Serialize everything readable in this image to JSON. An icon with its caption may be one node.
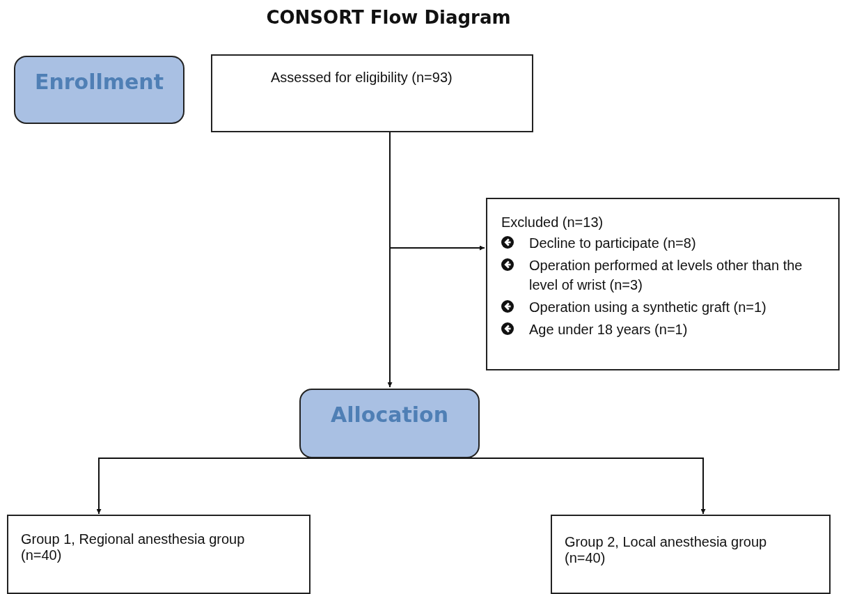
{
  "diagram": {
    "title": "CONSORT Flow Diagram",
    "nodes": [
      {
        "text": [
          "Enrollment"
        ]
      },
      {
        "text": [
          "Assessed for eligibility (n=93)"
        ]
      },
      {
        "text": [
          "Excluded  (n=13)",
          "Decline to participate (n=8)",
          "Operation performed at levels other than the level of wrist (n=3)",
          "Operation using a synthetic graft (n=1)",
          "Age under 18 years (n=1)"
        ]
      },
      {
        "text": [
          "Allocation"
        ]
      },
      {
        "text": [
          "Group 1, Regional anesthesia group (n=40)"
        ]
      },
      {
        "text": [
          "Group 2, Local anesthesia group (n=40)"
        ]
      }
    ],
    "edges": [
      {
        "from": 1,
        "to": 3,
        "arrow": "to"
      },
      {
        "from": 1,
        "to": 2,
        "arrow": "to"
      },
      {
        "from": 3,
        "to": 4,
        "arrow": "to"
      },
      {
        "from": 3,
        "to": 5,
        "arrow": "to"
      }
    ]
  }
}
